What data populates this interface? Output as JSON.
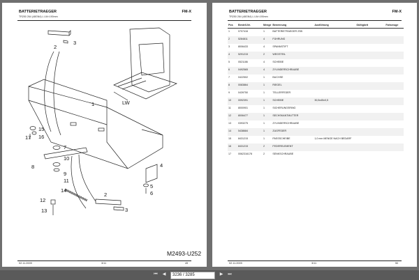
{
  "left_page": {
    "header_title": "BATTERIETRAEGER",
    "header_sub": "TR250 264 (48GN4) L LW=190mm",
    "header_right": "FM-X",
    "drawing_id": "M2493-U252",
    "footer_date": "02.11.2009",
    "footer_center": "3/11",
    "footer_page": "49",
    "callouts": [
      "1",
      "2",
      "3",
      "4",
      "5",
      "6",
      "7",
      "8",
      "9",
      "10",
      "11",
      "12",
      "13",
      "14",
      "15",
      "16",
      "17"
    ],
    "lw_label": "LW"
  },
  "right_page": {
    "header_title": "BATTERIETRAEGER",
    "header_sub": "TR250 264 (48GN4) L LW=190mm",
    "header_right": "FM-X",
    "footer_date": "02.11.2009",
    "footer_center": "3/11",
    "footer_page": "50",
    "columns": [
      "Pos",
      "Bestell-Nr.",
      "Menge",
      "Benennung",
      "Ausführung",
      "Gültigkeit",
      "Fahrzeuge"
    ],
    "rows": [
      [
        "1",
        "0707416",
        "1",
        "BATTERIETRAEGER 2SB",
        "",
        "",
        ""
      ],
      [
        "2",
        "5284811",
        "4",
        "FÜHRUNG",
        "",
        "",
        ""
      ],
      [
        "3",
        "8006433",
        "4",
        "SPANNSTIFT",
        "",
        "",
        ""
      ],
      [
        "4",
        "5291215",
        "2",
        "WEGSTEIL",
        "",
        "",
        ""
      ],
      [
        "5",
        "0521186",
        "4",
        "SCHEIBE",
        "",
        "",
        ""
      ],
      [
        "6",
        "0492565",
        "4",
        "ZYLINDERSCHRAUBE",
        "",
        "",
        ""
      ],
      [
        "7",
        "0422502",
        "1",
        "BUCHSE",
        "",
        "",
        ""
      ],
      [
        "8",
        "0083864",
        "1",
        "RIEGEL",
        "",
        "",
        ""
      ],
      [
        "9",
        "0439750",
        "1",
        "TELLERFEDER",
        "",
        "",
        ""
      ],
      [
        "10",
        "0092391",
        "1",
        "SCHEIBE",
        "30,5x45x0,5",
        "",
        ""
      ],
      [
        "11",
        "8000901",
        "1",
        "SICHERUNGSRING",
        "",
        "",
        ""
      ],
      [
        "12",
        "8006477",
        "1",
        "SECHSKANTMUTTER",
        "",
        "",
        ""
      ],
      [
        "13",
        "0393275",
        "1",
        "ZYLINDERSCHRAUBE",
        "",
        "",
        ""
      ],
      [
        "14",
        "5438684",
        "1",
        "ZUGFEDER",
        "",
        "",
        ""
      ],
      [
        "15",
        "8431215",
        "1",
        "PASSSCHEIBE",
        "1,0 mm MENGE NACH BEDARF",
        "",
        ""
      ],
      [
        "16",
        "8431215",
        "2",
        "FEDERELEMENT",
        "",
        "",
        ""
      ],
      [
        "17",
        "0062316178",
        "2",
        "SENKSCHRAUBE",
        "",
        "",
        ""
      ]
    ]
  },
  "toolbar": {
    "page_indicator": "3236 / 3285",
    "first_icon": "first-page-icon",
    "prev_icon": "prev-page-icon",
    "next_icon": "next-page-icon",
    "last_icon": "last-page-icon"
  }
}
